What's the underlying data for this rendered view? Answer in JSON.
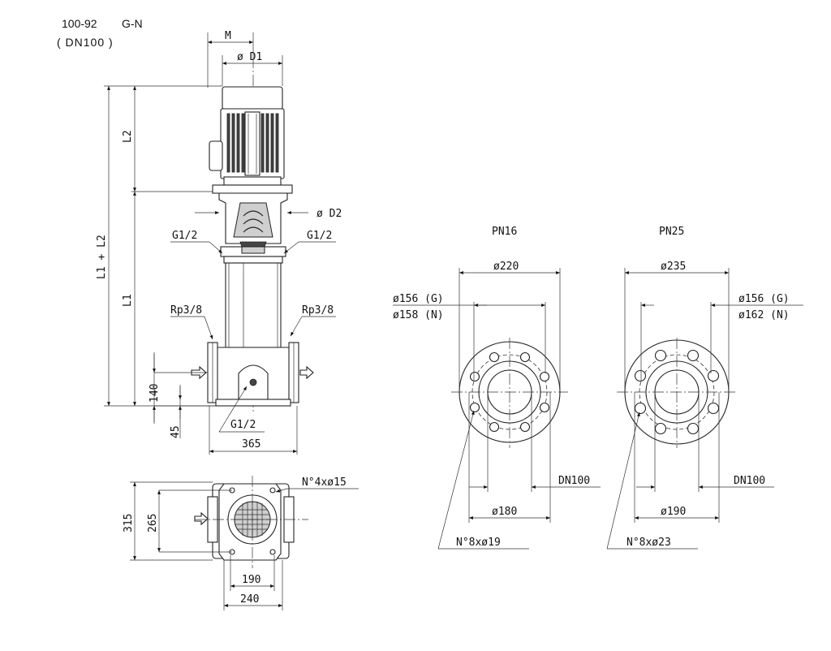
{
  "header": {
    "model": "100-92",
    "variant": "G-N",
    "size": "( DN100 )"
  },
  "side_view": {
    "M": "M",
    "D1": "ø D1",
    "D2": "ø D2",
    "L2": "L2",
    "L1L2": "L1 + L2",
    "L1": "L1",
    "g_left": "G1/2",
    "g_right": "G1/2",
    "g_bottom": "G1/2",
    "rp_left": "Rp3/8",
    "rp_right": "Rp3/8",
    "dim_140": "140",
    "dim_45": "45",
    "dim_365": "365"
  },
  "base_view": {
    "holes": "N°4xø15",
    "dim_315": "315",
    "dim_265": "265",
    "dim_190": "190",
    "dim_240": "240"
  },
  "flange_pn16": {
    "title": "PN16",
    "outer": "ø220",
    "pcd_g": "ø156  (G)",
    "pcd_n": "ø158  (N)",
    "dn": "DN100",
    "bolt_circle": "ø180",
    "holes": "N°8xø19"
  },
  "flange_pn25": {
    "title": "PN25",
    "outer": "ø235",
    "pcd_g": "ø156  (G)",
    "pcd_n": "ø162  (N)",
    "dn": "DN100",
    "bolt_circle": "ø190",
    "holes": "N°8xø23"
  }
}
